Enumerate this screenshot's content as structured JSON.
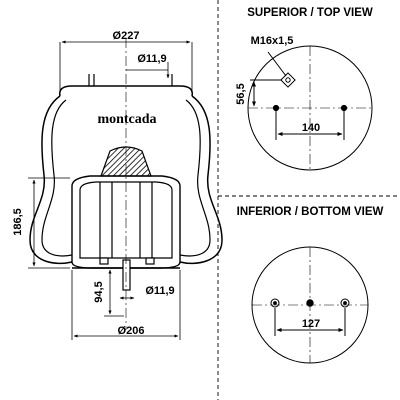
{
  "labels": {
    "top_diameter": "Ø227",
    "top_hole": "Ø11,9",
    "brand": "montcada",
    "height": "186,5",
    "stud_length": "94,5",
    "bottom_hole": "Ø11,9",
    "bottom_diameter": "Ø206"
  },
  "top_view": {
    "title": "SUPERIOR / TOP VIEW",
    "thread": "M16x1,5",
    "offset": "56,5",
    "spacing": "140"
  },
  "bottom_view": {
    "title": "INFERIOR / BOTTOM VIEW",
    "spacing": "127"
  }
}
